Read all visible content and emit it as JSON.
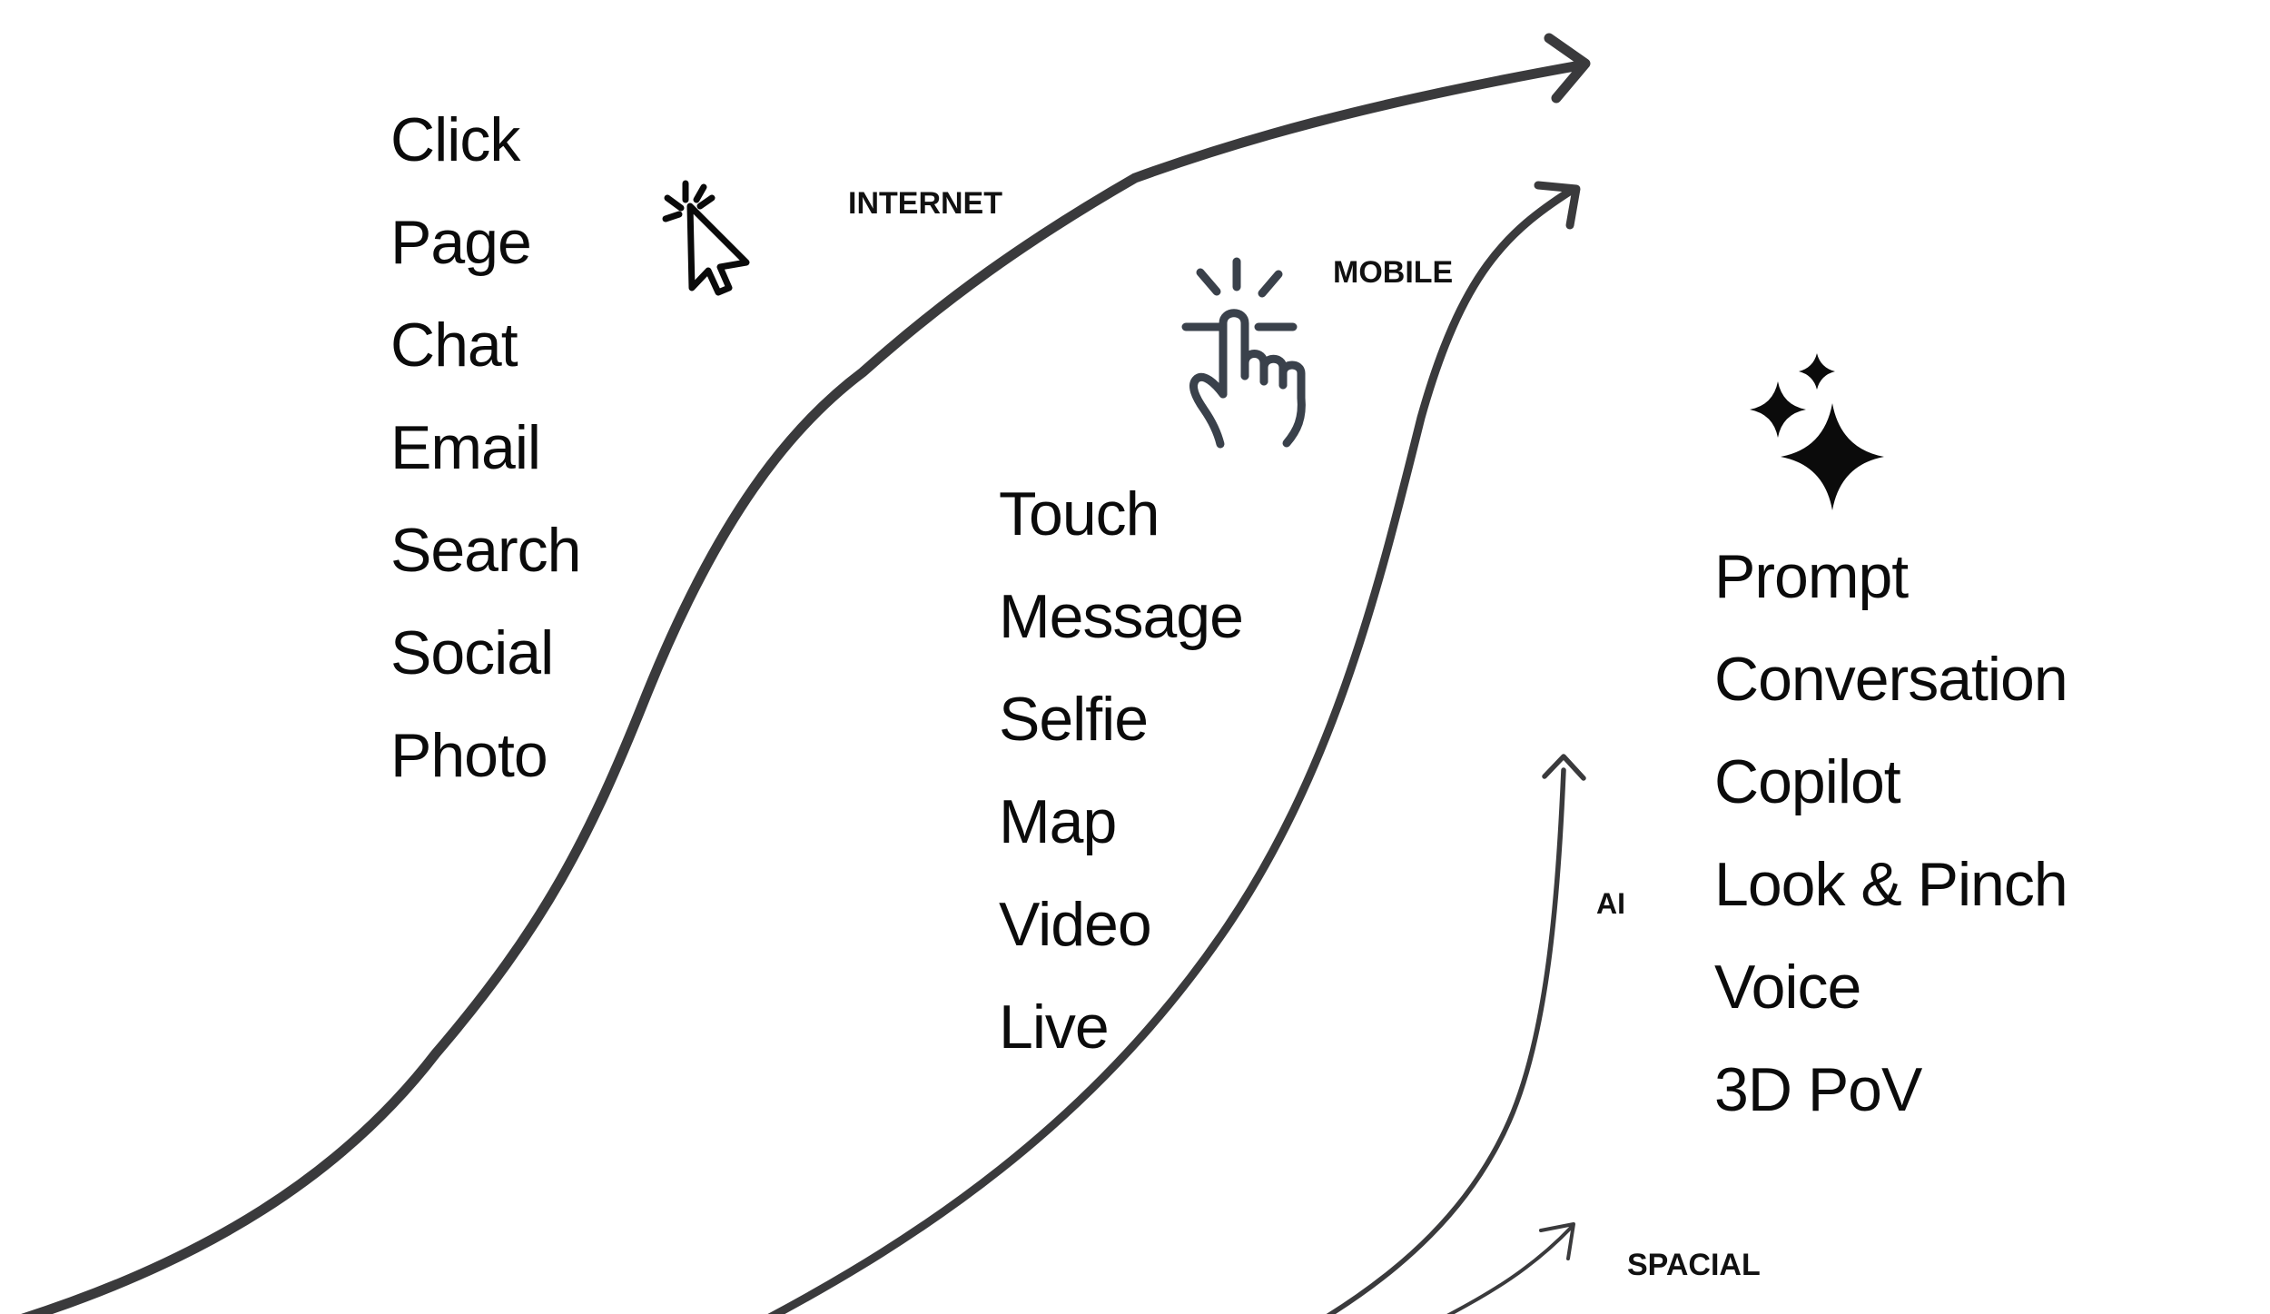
{
  "page": {
    "background": "#ffffff",
    "description": "Evolution of interaction paradigms: three S-curves for INTERNET, MOBILE and AI/SPACIAL eras with keyword lists and icons"
  },
  "colors": {
    "ink": "#0b0b0b",
    "curve": "#3a3a3c",
    "hand_icon": "#3a414b",
    "cursor_icon": "#0a0a0a",
    "sparkle_icon": "#0b0b0b"
  },
  "eras": [
    {
      "id": "internet",
      "label": "INTERNET",
      "icon": "cursor-click-icon",
      "items": [
        "Click",
        "Page",
        "Chat",
        "Email",
        "Search",
        "Social",
        "Photo"
      ]
    },
    {
      "id": "mobile",
      "label": "MOBILE",
      "icon": "tap-gesture-icon",
      "items": [
        "Touch",
        "Message",
        "Selfie",
        "Map",
        "Video",
        "Live"
      ]
    },
    {
      "id": "ai",
      "label": "AI",
      "icon": "sparkles-icon",
      "items": [
        "Prompt",
        "Conversation",
        "Copilot",
        "Look & Pinch",
        "Voice",
        "3D PoV"
      ]
    },
    {
      "id": "spacial",
      "label": "SPACIAL",
      "items": []
    }
  ]
}
